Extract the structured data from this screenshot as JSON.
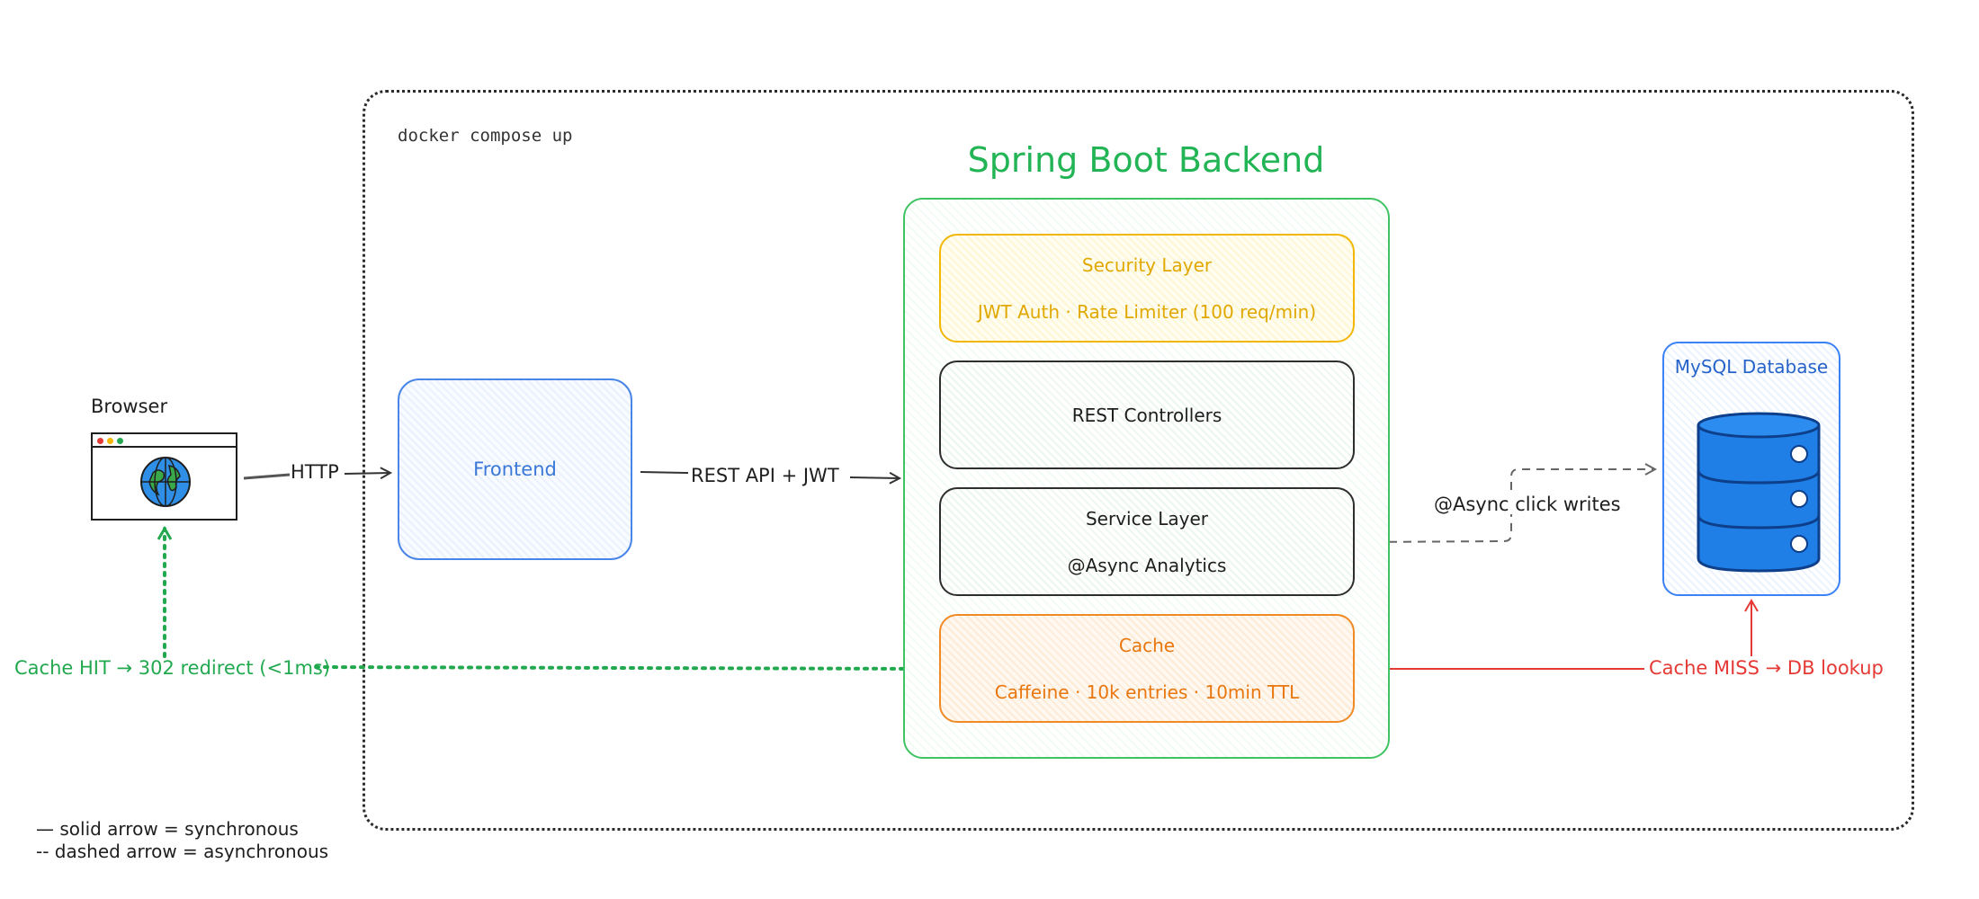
{
  "compose": {
    "label": "docker compose up"
  },
  "browser": {
    "label": "Browser"
  },
  "frontend": {
    "label": "Frontend"
  },
  "backend": {
    "title": "Spring Boot Backend",
    "security": {
      "title": "Security Layer",
      "detail": "JWT Auth · Rate Limiter (100 req/min)"
    },
    "rest": {
      "title": "REST Controllers"
    },
    "service": {
      "title": "Service Layer",
      "detail": "@Async Analytics"
    },
    "cache": {
      "title": "Cache",
      "detail": "Caffeine · 10k entries · 10min TTL"
    }
  },
  "database": {
    "label": "MySQL Database"
  },
  "edges": {
    "http": "HTTP",
    "rest_api": "REST API + JWT",
    "async_writes": "@Async click writes",
    "cache_hit": "Cache HIT → 302 redirect (<1ms)",
    "cache_miss": "Cache MISS → DB lookup"
  },
  "legend": {
    "solid": "— solid arrow = synchronous",
    "dashed": "-- dashed arrow = asynchronous"
  },
  "colors": {
    "green": "#22a94f",
    "red": "#e53935",
    "blue": "#3b82f6",
    "yellow": "#f2b705",
    "orange": "#f08a24"
  }
}
